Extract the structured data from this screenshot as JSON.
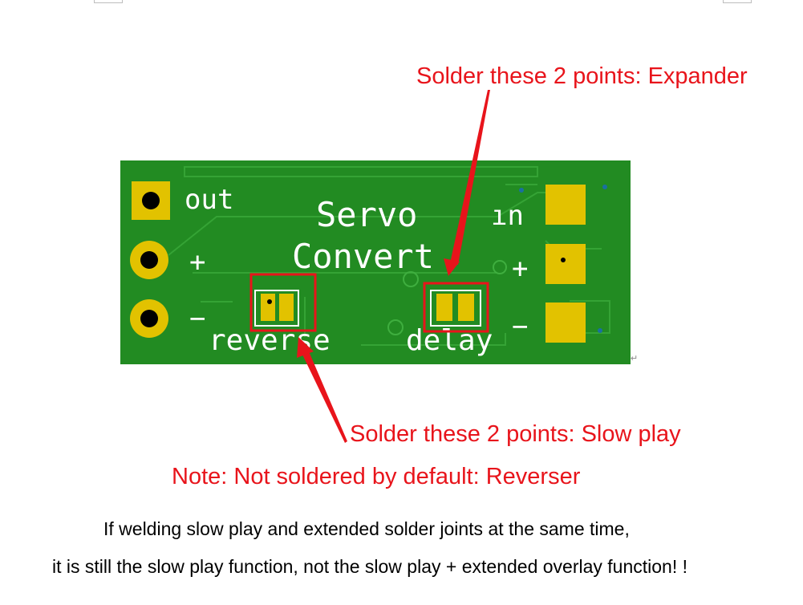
{
  "colors": {
    "board_green": "#228B22",
    "trace_green": "#2e9e2e",
    "pad_gold": "#e2c200",
    "annotation_red": "#e8141b",
    "silk_white": "#ffffff",
    "text_black": "#000000"
  },
  "callouts": {
    "expander": "Solder these 2 points: Expander",
    "slow_play": "Solder these 2 points: Slow play",
    "default_note": "Note: Not soldered by default: Reverser"
  },
  "explanation": {
    "line1": "If welding slow play and extended solder joints at the same time,",
    "line2": "it is still the slow play function, not the slow play + extended overlay function! !"
  },
  "board": {
    "title_line1": "Servo",
    "title_line2": "Convert",
    "left_labels": {
      "out": "out",
      "plus": "+",
      "minus": "−"
    },
    "right_labels": {
      "in": "ın",
      "plus": "+",
      "minus": "−"
    },
    "jumper_labels": {
      "reverse": "reverse",
      "delay": "delay"
    }
  },
  "icons": [
    "through-hole-pad-icon",
    "smd-pad-icon",
    "jumper-pad-icon",
    "arrow-icon",
    "paragraph-return-icon"
  ]
}
